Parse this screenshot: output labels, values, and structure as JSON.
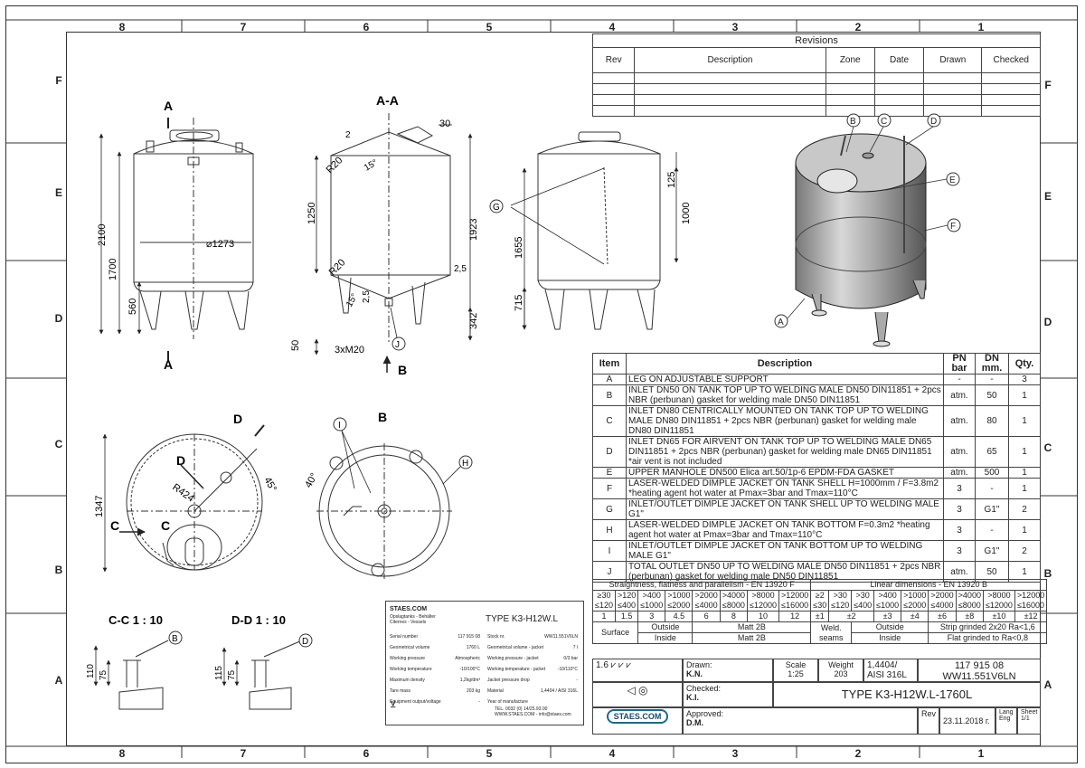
{
  "zones_h": [
    "8",
    "7",
    "6",
    "5",
    "4",
    "3",
    "2",
    "1"
  ],
  "zones_v": [
    "F",
    "E",
    "D",
    "C",
    "B",
    "A"
  ],
  "revisions": {
    "title": "Revisions",
    "headers": [
      "Rev",
      "Description",
      "Zone",
      "Date",
      "Drawn",
      "Checked"
    ]
  },
  "views": {
    "aa": "A-A",
    "b": "B",
    "cc": "C-C 1 : 10",
    "dd": "D-D 1 : 10",
    "sec_a": "A",
    "sec_c": "C",
    "sec_d": "D"
  },
  "dims": {
    "h2100": "2100",
    "h1700": "1700",
    "h560": "560",
    "d1273": "⌀1273",
    "r20a": "R20",
    "r20b": "R20",
    "a15a": "15°",
    "a15b": "15°",
    "d2": "2",
    "d30": "30",
    "h1250": "1250",
    "h1923": "1923",
    "d25a": "2,5",
    "d25b": "2,5",
    "h342": "342",
    "h50": "50",
    "m20": "3xM20",
    "h125": "125",
    "h1000": "1000",
    "h1655": "1655",
    "h715": "715",
    "h1347": "1347",
    "r424": "R424",
    "a45": "45°",
    "a40": "40°",
    "h110": "110",
    "h75a": "75",
    "h115": "115",
    "h75b": "75"
  },
  "balloons": [
    "A",
    "B",
    "C",
    "D",
    "E",
    "F",
    "G",
    "H",
    "I",
    "J"
  ],
  "parts": {
    "headers": {
      "item": "Item",
      "description": "Description",
      "pn": "PN",
      "pn_unit": "bar",
      "dn": "DN",
      "dn_unit": "mm.",
      "qty": "Qty."
    },
    "rows": [
      {
        "item": "A",
        "desc": "LEG ON ADJUSTABLE SUPPORT",
        "pn": "-",
        "dn": "-",
        "qty": "3"
      },
      {
        "item": "B",
        "desc": "INLET DN50 ON TANK TOP UP TO WELDING MALE DN50 DIN11851 + 2pcs NBR (perbunan) gasket for welding male DN50 DIN11851",
        "pn": "atm.",
        "dn": "50",
        "qty": "1"
      },
      {
        "item": "C",
        "desc": "INLET DN80 CENTRICALLY MOUNTED ON TANK TOP UP TO WELDING MALE DN80 DIN11851 + 2pcs NBR (perbunan) gasket for welding male DN80 DIN11851",
        "pn": "atm.",
        "dn": "80",
        "qty": "1"
      },
      {
        "item": "D",
        "desc": "INLET DN65 FOR AIRVENT ON TANK TOP UP TO WELDING MALE DN65 DIN11851 + 2pcs NBR (perbunan) gasket for welding male DN65 DIN11851 *air vent is not included",
        "pn": "atm.",
        "dn": "65",
        "qty": "1"
      },
      {
        "item": "E",
        "desc": "UPPER MANHOLE DN500 Elica art.50/1p-6 EPDM-FDA GASKET",
        "pn": "atm.",
        "dn": "500",
        "qty": "1"
      },
      {
        "item": "F",
        "desc": "LASER-WELDED DIMPLE JACKET ON TANK SHELL H=1000mm / F=3.8m2 *heating agent hot water at Pmax=3bar and Tmax=110°C",
        "pn": "3",
        "dn": "-",
        "qty": "1"
      },
      {
        "item": "G",
        "desc": "INLET/OUTLET DIMPLE JACKET ON TANK SHELL UP TO WELDING MALE G1\"",
        "pn": "3",
        "dn": "G1\"",
        "qty": "2"
      },
      {
        "item": "H",
        "desc": "LASER-WELDED DIMPLE JACKET ON TANK BOTTOM F=0.3m2 *heating agent hot water at Pmax=3bar and Tmax=110°C",
        "pn": "3",
        "dn": "-",
        "qty": "1"
      },
      {
        "item": "I",
        "desc": "INLET/OUTLET DIMPLE JACKET ON TANK BOTTOM UP TO WELDING MALE G1\"",
        "pn": "3",
        "dn": "G1\"",
        "qty": "2"
      },
      {
        "item": "J",
        "desc": "TOTAL OUTLET DN50 UP TO WELDING MALE DN50 DIN11851 + 2pcs NBR (perbunan) gasket for welding male DN50 DIN11851",
        "pn": "atm.",
        "dn": "50",
        "qty": "1"
      }
    ]
  },
  "tolerances": {
    "straight_title": "Straightness, flatness and parallelism - EN 13920 F",
    "linear_title": "Linear dimensions - EN 13920 B",
    "straight_ranges": [
      "≥30 ≤120",
      ">120 ≤400",
      ">400 ≤1000",
      ">1000 ≤2000",
      ">2000 ≤4000",
      ">4000 ≤8000",
      ">8000 ≤12000",
      ">12000 ≤16000"
    ],
    "straight_values": [
      "1",
      "1.5",
      "3",
      "4.5",
      "6",
      "8",
      "10",
      "12"
    ],
    "linear_ranges": [
      "≥2 ≤30",
      ">30 ≤120",
      ">30 ≤400",
      ">400 ≤1000",
      ">1000 ≤2000",
      ">2000 ≤4000",
      ">4000 ≤8000",
      ">8000 ≤12000",
      ">12000 ≤16000"
    ],
    "linear_values": [
      "±1",
      "±2",
      "±3",
      "±4",
      "±6",
      "±8",
      "±10",
      "±12"
    ]
  },
  "surface": {
    "label": "Surface",
    "outside": "Outside",
    "inside": "Inside",
    "outside_val": "Matt 2B",
    "inside_val": "Matt 2B",
    "weld_label": "Weld. seams",
    "weld_outside": "Outside",
    "weld_inside": "Inside",
    "weld_outside_val": "Strip grinded 2x20 Ra<1,6",
    "weld_inside_val": "Flat grinded to Ra<0,8"
  },
  "title_block": {
    "roughness": "1.6",
    "drawn_label": "Drawn:",
    "drawn_val": "K.N.",
    "checked_label": "Checked:",
    "checked_val": "K.I.",
    "approved_label": "Approved:",
    "approved_val": "D.M.",
    "scale_label": "Scale",
    "scale_val": "1:25",
    "weight_label": "Weight",
    "weight_val": "203",
    "material": "1,4404/ AISI 316L",
    "drawing_no": "117 915 08",
    "drawing_code": "WW11.551V6LN",
    "title": "TYPE K3-H12W.L-1760L",
    "rev_label": "Rev",
    "date": "23.11.2018 г.",
    "lang_label": "Lang Eng",
    "sheet_label": "Sheet 1/1",
    "logo": "STAES.COM"
  },
  "nameplate": {
    "brand": "STAES.COM",
    "subtitle1": "Opslagtanks - Behälter",
    "subtitle2": "Citernes - Vessels",
    "type": "TYPE K3-H12W.L",
    "left_rows": [
      [
        "Serial number",
        "117 915 08"
      ],
      [
        "Geometrical volume",
        "1760 L"
      ],
      [
        "Working pressure",
        "Atmospheric"
      ],
      [
        "Working temperature",
        "-10/100°C"
      ],
      [
        "Maximum density",
        "1,2kg/dm³"
      ],
      [
        "Tare mass",
        "203 kg"
      ],
      [
        "Equipment output/voltage",
        "-"
      ]
    ],
    "right_rows": [
      [
        "Stock nr.",
        "WW11.551V6LN"
      ],
      [
        "Geometrical volume - jacket",
        "7 l"
      ],
      [
        "Working pressure - jacket",
        "0/3 bar"
      ],
      [
        "Working temperature - jacket",
        "-10/110°C"
      ],
      [
        "Jacket pressure drop",
        "-"
      ],
      [
        "Material",
        "1,4404 / AISI 316L"
      ],
      [
        "Year of manufacture",
        ""
      ]
    ],
    "contact1": "TEL. 0032 (0) 14/25.93.00",
    "contact2": "WWW.STAES.COM - info@staes.com"
  }
}
